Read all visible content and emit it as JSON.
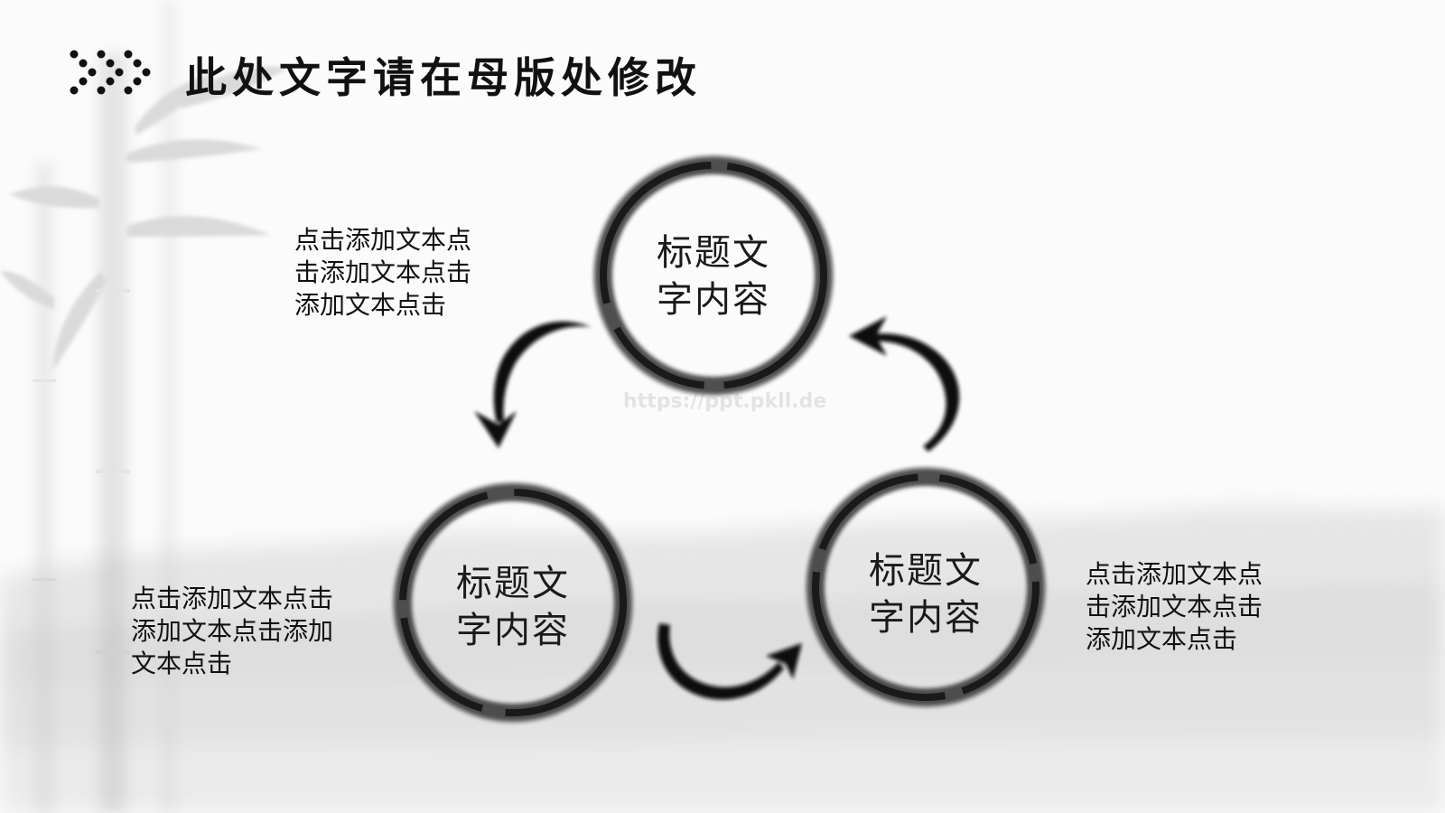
{
  "title": "此处文字请在母版处修改",
  "watermark": "https://ppt.pkll.de",
  "nodes": [
    {
      "label_line1": "标题文",
      "label_line2": "字内容"
    },
    {
      "label_line1": "标题文",
      "label_line2": "字内容"
    },
    {
      "label_line1": "标题文",
      "label_line2": "字内容"
    }
  ],
  "text_blocks": [
    "点击添加文本点击添加文本点击添加文本点击",
    "点击添加文本点击添加文本点击添加文本点击",
    "点击添加文本点击添加文本点击添加文本点击"
  ],
  "colors": {
    "ink": "#1a1a1a",
    "mist": "#d9d9d9",
    "background": "#fbfbfb"
  }
}
